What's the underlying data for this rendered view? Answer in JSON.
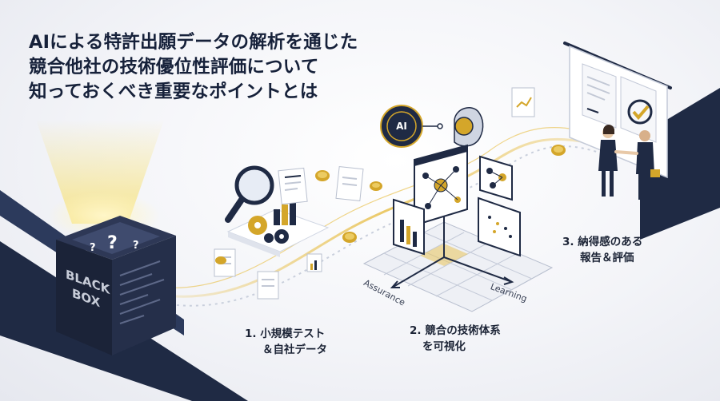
{
  "title": {
    "line1": "AIによる特許出願データの解析を通じた",
    "line2": "競合他社の技術優位性評価について",
    "line3": "知っておくべき重要なポイントとは"
  },
  "black_box": {
    "line1": "BLACK",
    "line2": "BOX",
    "question_mark": "?"
  },
  "ai_badge": "AI",
  "axes": {
    "left": "Assurance",
    "right": "Learning"
  },
  "steps": [
    {
      "line1": "1. 小規模テスト",
      "line2": "＆自社データ"
    },
    {
      "line1": "2. 競合の技術体系",
      "line2": "を可視化"
    },
    {
      "line1": "3. 納得感のある",
      "line2": "報告＆評価"
    }
  ],
  "colors": {
    "navy": "#1f2a44",
    "gold": "#d4a62a",
    "background": "#f3f4f8"
  }
}
